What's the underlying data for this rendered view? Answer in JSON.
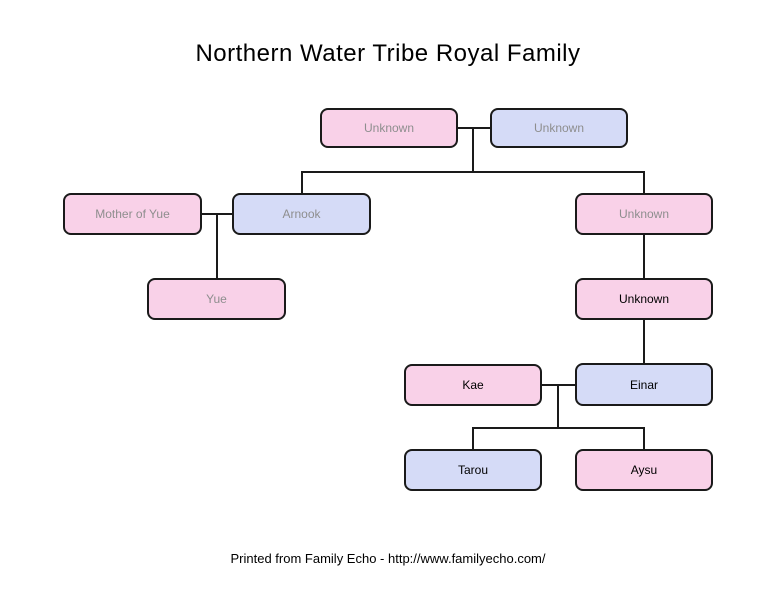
{
  "title": "Northern Water Tribe Royal Family",
  "footer": "Printed from Family Echo - http://www.familyecho.com/",
  "colors": {
    "female_fill": "#f9d1e8",
    "male_fill": "#d5dbf7",
    "box_border": "#1a1a1a",
    "label_gray": "#8e8e8e",
    "label_black": "#000000",
    "background": "#ffffff"
  },
  "nodes": [
    {
      "label": "Unknown",
      "gender": "female",
      "label_color": "gray"
    },
    {
      "label": "Unknown",
      "gender": "male",
      "label_color": "gray"
    },
    {
      "label": "Mother of Yue",
      "gender": "female",
      "label_color": "gray"
    },
    {
      "label": "Arnook",
      "gender": "male",
      "label_color": "gray"
    },
    {
      "label": "Unknown",
      "gender": "female",
      "label_color": "gray"
    },
    {
      "label": "Yue",
      "gender": "female",
      "label_color": "gray"
    },
    {
      "label": "Unknown",
      "gender": "female",
      "label_color": "black"
    },
    {
      "label": "Kae",
      "gender": "female",
      "label_color": "black"
    },
    {
      "label": "Einar",
      "gender": "male",
      "label_color": "black"
    },
    {
      "label": "Tarou",
      "gender": "male",
      "label_color": "black"
    },
    {
      "label": "Aysu",
      "gender": "female",
      "label_color": "black"
    }
  ],
  "relationships": {
    "unions": [
      {
        "partners": [
          "Unknown",
          "Unknown"
        ],
        "children": [
          "Arnook",
          "Unknown"
        ]
      },
      {
        "partners": [
          "Mother of Yue",
          "Arnook"
        ],
        "children": [
          "Yue"
        ]
      },
      {
        "partners": [
          "Kae",
          "Einar"
        ],
        "children": [
          "Tarou",
          "Aysu"
        ]
      }
    ],
    "single_parent_links": [
      {
        "parent": "Unknown (row 2 right)",
        "child": "Unknown (row 3 right)"
      },
      {
        "parent": "Unknown (row 3 right)",
        "child": "Einar"
      }
    ]
  }
}
